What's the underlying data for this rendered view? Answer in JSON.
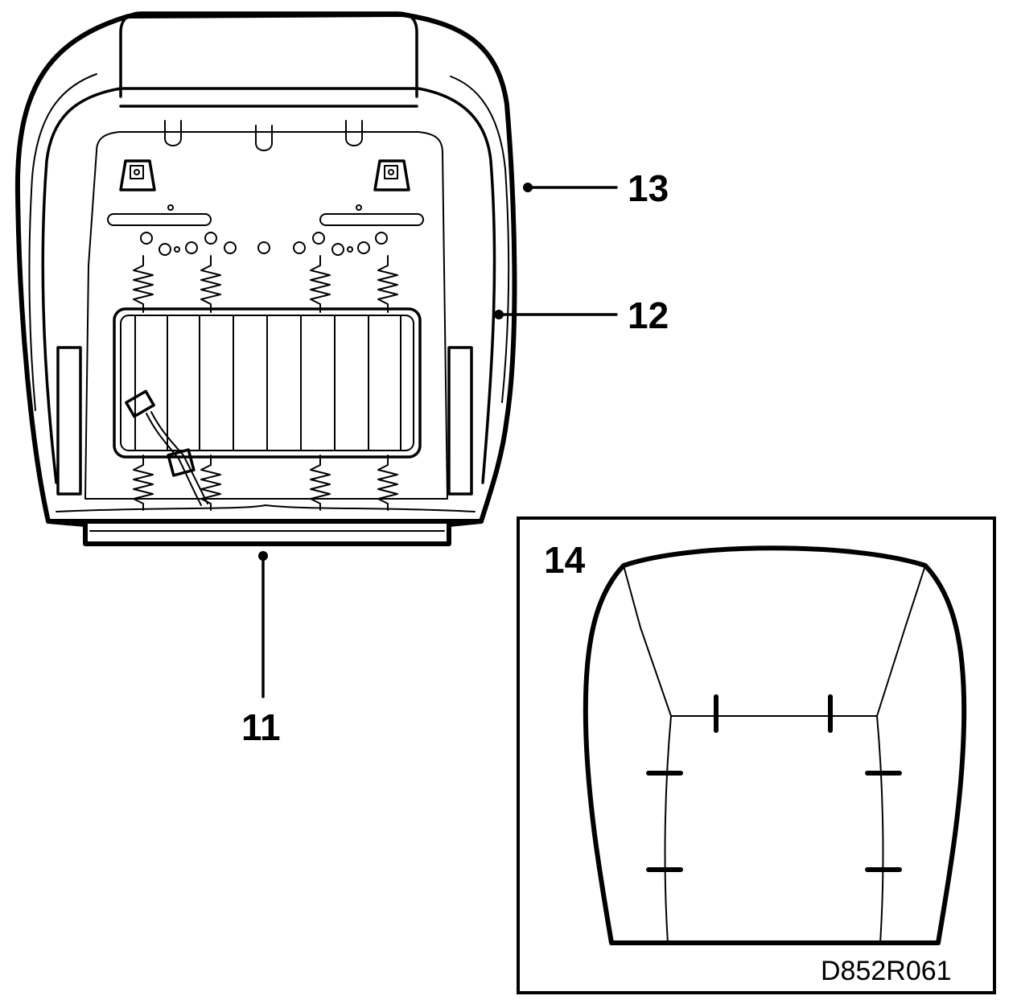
{
  "callouts": {
    "frame": "11",
    "cover": "12",
    "trim": "13",
    "inset": "14"
  },
  "drawing_code": "D852R061",
  "colors": {
    "ink": "#000000",
    "paper": "#ffffff"
  }
}
